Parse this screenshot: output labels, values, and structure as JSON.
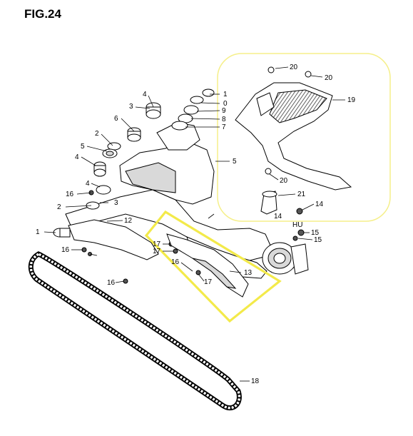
{
  "figure": {
    "title": "FIG.24"
  },
  "colors": {
    "highlight": "#f3ea4a",
    "inset_border": "#f5ef8a",
    "line": "#000000",
    "shade": "#d9d9d9",
    "hatch": "#3a3a3a"
  },
  "callouts": [
    {
      "id": "c4a",
      "label": "4"
    },
    {
      "id": "c3a",
      "label": "3"
    },
    {
      "id": "c6",
      "label": "6"
    },
    {
      "id": "c2a",
      "label": "2"
    },
    {
      "id": "c5a",
      "label": "5"
    },
    {
      "id": "c4b",
      "label": "4"
    },
    {
      "id": "c1a",
      "label": "1"
    },
    {
      "id": "c0",
      "label": "0"
    },
    {
      "id": "c9",
      "label": "9"
    },
    {
      "id": "c8",
      "label": "8"
    },
    {
      "id": "c7",
      "label": "7"
    },
    {
      "id": "c5b",
      "label": "5"
    },
    {
      "id": "c4c",
      "label": "4"
    },
    {
      "id": "c16a",
      "label": "16"
    },
    {
      "id": "c3b",
      "label": "3"
    },
    {
      "id": "c2b",
      "label": "2"
    },
    {
      "id": "c12",
      "label": "12"
    },
    {
      "id": "c1b",
      "label": "1"
    },
    {
      "id": "c16b",
      "label": "16"
    },
    {
      "id": "c16c",
      "label": "16"
    },
    {
      "id": "c17a",
      "label": "17"
    },
    {
      "id": "c17b",
      "label": "17"
    },
    {
      "id": "c16d",
      "label": "16"
    },
    {
      "id": "c17c",
      "label": "17"
    },
    {
      "id": "c13",
      "label": "13"
    },
    {
      "id": "c18",
      "label": "18"
    },
    {
      "id": "c20a",
      "label": "20"
    },
    {
      "id": "c20b",
      "label": "20"
    },
    {
      "id": "c19",
      "label": "19"
    },
    {
      "id": "c20c",
      "label": "20"
    },
    {
      "id": "c21",
      "label": "21"
    },
    {
      "id": "c14a",
      "label": "14"
    },
    {
      "id": "c14b",
      "label": "14"
    },
    {
      "id": "c15a",
      "label": "15"
    },
    {
      "id": "c15b",
      "label": "15"
    },
    {
      "id": "cHU",
      "label": "HU"
    }
  ]
}
